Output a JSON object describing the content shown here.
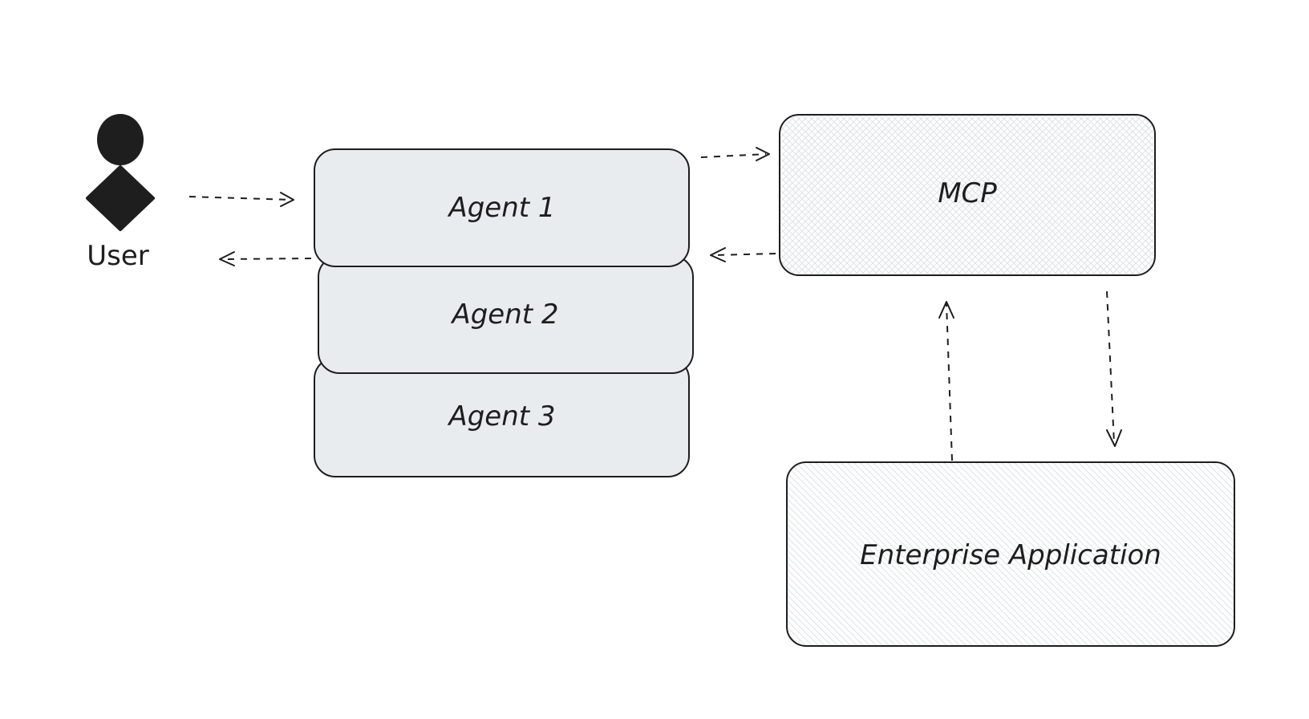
{
  "diagram": {
    "user": {
      "label": "User",
      "icon": "person-icon"
    },
    "agents": [
      {
        "label": "Agent 1"
      },
      {
        "label": "Agent 2"
      },
      {
        "label": "Agent 3"
      }
    ],
    "mcp": {
      "label": "MCP"
    },
    "enterprise": {
      "label": "Enterprise Application"
    },
    "colors": {
      "stroke": "#1e1e1e",
      "agent_fill": "#e9ecef",
      "hatch": "#ced4da"
    }
  }
}
